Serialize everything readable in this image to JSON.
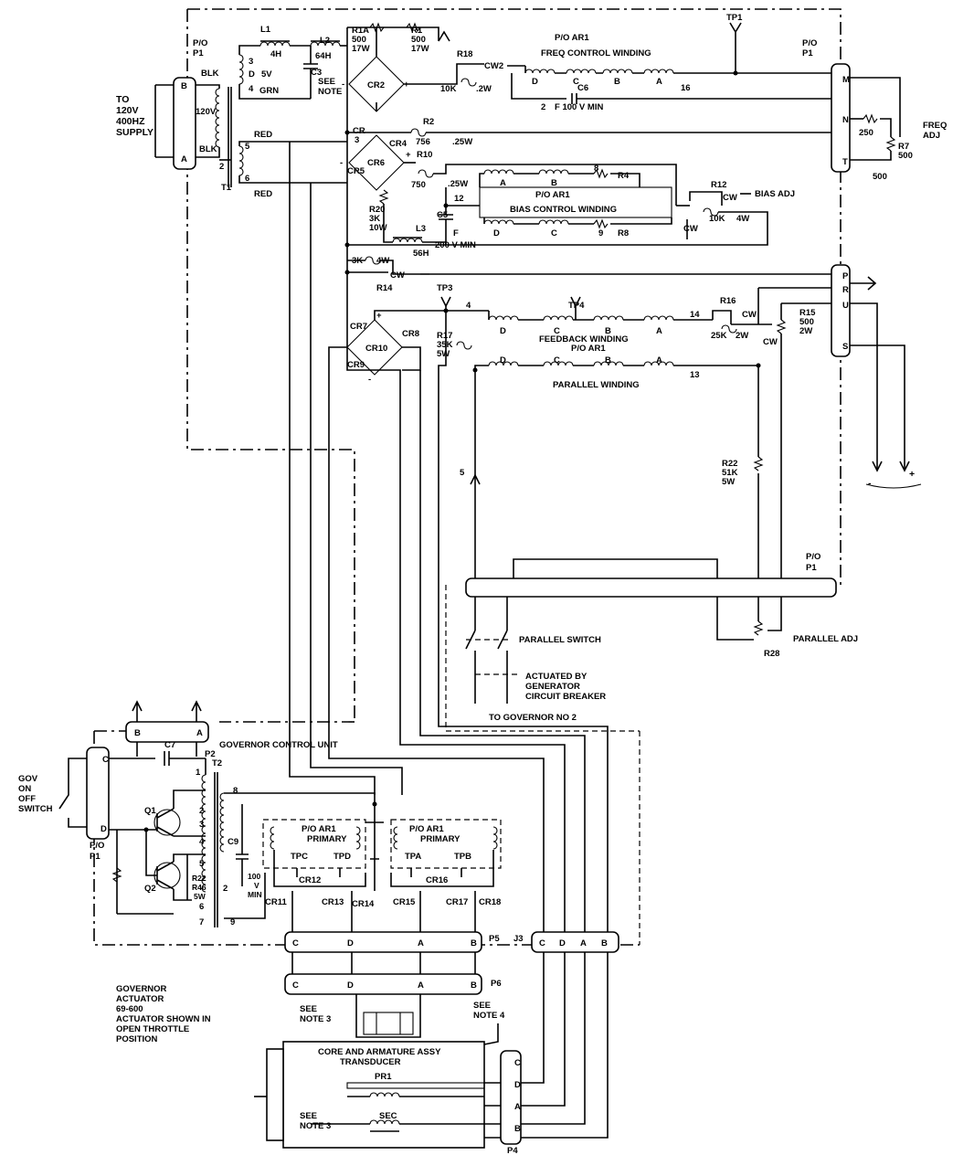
{
  "labels": {
    "to_supply": [
      "TO",
      "120V",
      "400HZ",
      "SUPPLY"
    ],
    "po_p1": [
      "P/O",
      "P1"
    ],
    "blk": "BLK",
    "v120": "120V",
    "l1": "L1",
    "l1_val": "4H",
    "l2": "L2",
    "l2_val": "64H",
    "c3": "C3",
    "see_note": [
      "SEE",
      "NOTE"
    ],
    "tap_3": "3",
    "tap_d": "D",
    "tap_4": "4",
    "v5": "5V",
    "grn": "GRN",
    "r1a": [
      "R1A",
      "500",
      "17W"
    ],
    "r1": [
      "R1",
      "500",
      "17W"
    ],
    "cr2": "CR2",
    "plus": "+",
    "minus": "-",
    "r18": "R18",
    "r18_val": "10K",
    "cw2": "CW2",
    "w2": ".2W",
    "po_ar1": "P/O AR1",
    "freq_winding": "FREQ CONTROL WINDING",
    "w_d": "D",
    "w_c": "C",
    "w_b": "B",
    "w_a": "A",
    "n16": "16",
    "c6": "C6",
    "n2": "2",
    "c6_val": "F 100 V MIN",
    "tp1": "TP1",
    "pin_m": "M",
    "pin_n": "N",
    "pin_t": "T",
    "r7_250": "250",
    "r7": "R7",
    "r7_val": "500",
    "r7_500": "500",
    "freq_adj": [
      "FREQ",
      "ADJ"
    ],
    "r2": "R2",
    "r2_val": "756",
    "r2_w": ".25W",
    "cr3": [
      "CR",
      "3"
    ],
    "cr4": "CR4",
    "cr5": "CR5",
    "cr6": "CR6",
    "red": "RED",
    "t1_5": "5",
    "t1_2": "2",
    "t1_6": "6",
    "t1": "T1",
    "r10": "R10",
    "r10_val": "750",
    "r10_w": ".25W",
    "n12": "12",
    "n8": "8",
    "n9": "9",
    "c5": "C5",
    "c5_val": "F",
    "c5_v": "200 V MIN",
    "r20": [
      "R20",
      "3K",
      "10W"
    ],
    "l3": "L3",
    "l3_val": "56H",
    "bias_winding": "BIAS CONTROL WINDING",
    "r4": "R4",
    "r8": "R8",
    "r12": "R12",
    "cw": "CW",
    "bias_adj": "BIAS ADJ",
    "r12_val": "10K",
    "r12_w": "4W",
    "r14_val": "3K",
    "r14_w": "4W",
    "r14": "R14",
    "tp3": "TP3",
    "tp4": "TP4",
    "cr7": "CR7",
    "cr8": "CR8",
    "cr9": "CR9",
    "cr10": "CR10",
    "r17": [
      "R17",
      "35K",
      "5W"
    ],
    "n4": "4",
    "n14": "14",
    "n13": "13",
    "feedback_winding": "FEEDBACK WINDING",
    "parallel_winding": "PARALLEL WINDING",
    "r16": "R16",
    "r16_val": "25K",
    "r16_w": "2W",
    "r15": [
      "R15",
      "500",
      "2W"
    ],
    "pin_p": "P",
    "pin_r": "R",
    "pin_u": "U",
    "pin_s": "S",
    "n5": "5",
    "r22": [
      "R22",
      "51K",
      "5W"
    ],
    "neg": "-",
    "pos": "+",
    "parallel_switch": "PARALLEL SWITCH",
    "actuated_by": [
      "ACTUATED BY",
      "GENERATOR",
      "CIRCUIT BREAKER"
    ],
    "to_gov2": "TO GOVERNOR NO 2",
    "parallel_adj": "PARALLEL ADJ",
    "r28": "R28",
    "pin_b": "B",
    "pin_a": "A",
    "pin_c": "C",
    "pin_d": "D",
    "gcu": "GOVERNOR CONTROL UNIT",
    "c7": "C7",
    "p2": "P2",
    "t2": "T2",
    "gov_switch": [
      "GOV",
      "ON",
      "OFF",
      "SWITCH"
    ],
    "q1": "Q1",
    "q2": "Q2",
    "r22b": "R22",
    "r46": "R46",
    "w5": "5W",
    "t2_taps": [
      "1",
      "2",
      "3",
      "4",
      "5",
      "6",
      "7"
    ],
    "c9": "C9",
    "c9_val": [
      "100",
      "V",
      "MIN"
    ],
    "n8b": "8",
    "n9b": "9",
    "n2b": "2",
    "primary1": [
      "P/O AR1",
      "PRIMARY"
    ],
    "primary2": [
      "P/O AR1",
      "PRIMARY"
    ],
    "tpc": "TPC",
    "tpd": "TPD",
    "tpa": "TPA",
    "tpb": "TPB",
    "cr11": "CR11",
    "cr12": "CR12",
    "cr13": "CR13",
    "cr14": "CR14",
    "cr15": "CR15",
    "cr16": "CR16",
    "cr17": "CR17",
    "cr18": "CR18",
    "p5": "P5",
    "j3": "J3",
    "p6": "P6",
    "actuator": [
      "GOVERNOR",
      "ACTUATOR",
      "69-600",
      "ACTUATOR SHOWN IN",
      "OPEN THROTTLE",
      "POSITION"
    ],
    "see_note3": [
      "SEE",
      "NOTE 3"
    ],
    "see_note4": [
      "SEE",
      "NOTE 4"
    ],
    "core_assy": [
      "CORE AND ARMATURE ASSY",
      "TRANSDUCER"
    ],
    "pr1": "PR1",
    "sec": "SEC",
    "p4": "P4"
  }
}
